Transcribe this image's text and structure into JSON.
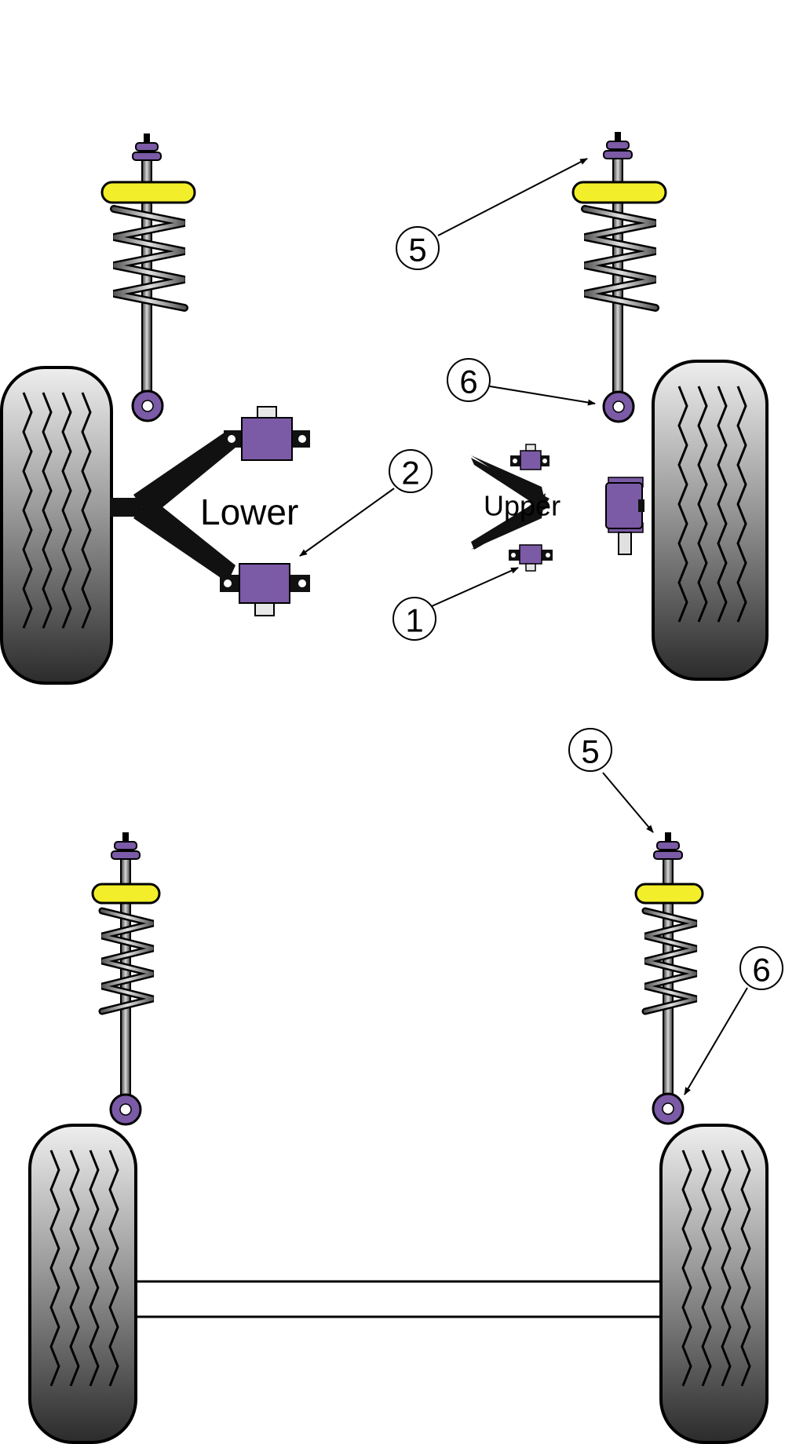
{
  "labels": {
    "lower_arm": "Lower",
    "upper_arm": "Upper"
  },
  "callouts": {
    "front_right_top_mount": "5",
    "front_right_lower_shock_bush": "6",
    "lower_arm_rear_bush": "2",
    "upper_arm_rear_bush": "1",
    "rear_right_top_mount": "5",
    "rear_right_lower_shock_bush": "6"
  },
  "colors": {
    "polyurethane_purple": "#7b5aa6",
    "spring_seat_yellow": "#f2ee2a",
    "tyre_dark": "#2b2b2b",
    "tyre_light": "#e6e6e6",
    "outline": "#000000",
    "background": "#ffffff"
  }
}
